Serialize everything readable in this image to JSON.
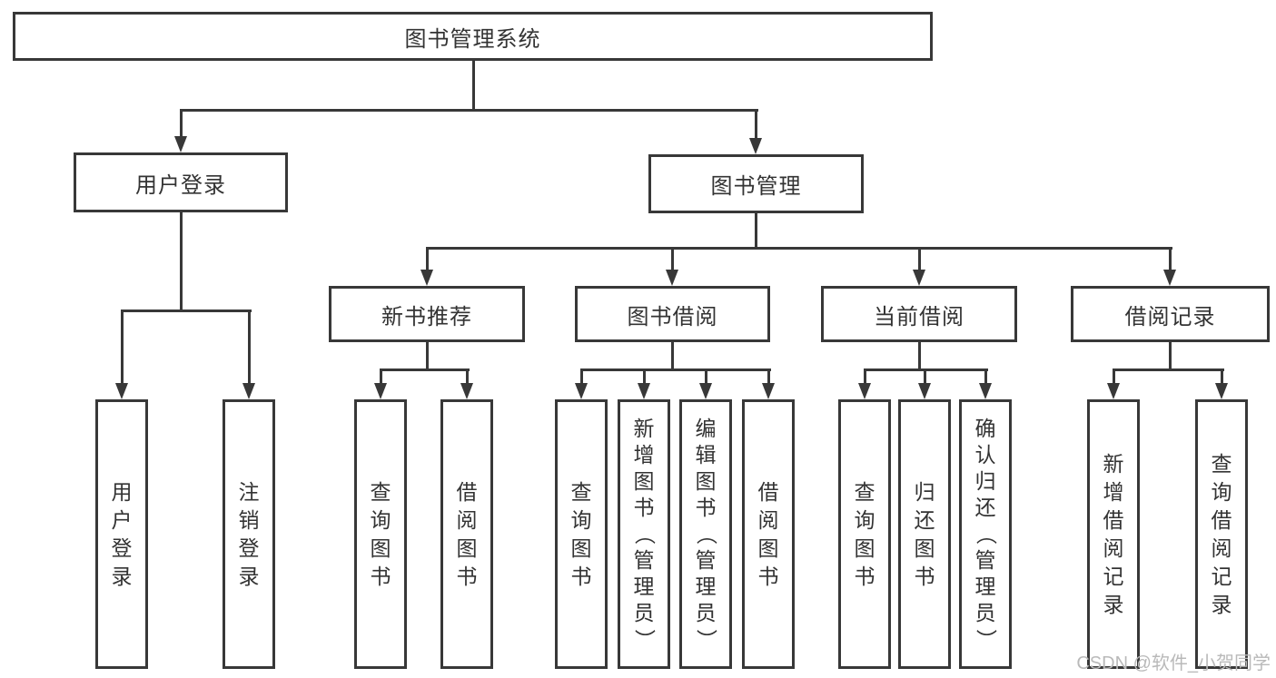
{
  "tree": {
    "label": "图书管理系统",
    "children": [
      {
        "label": "用户登录",
        "children": [
          {
            "label": "用户登录"
          },
          {
            "label": "注销登录"
          }
        ]
      },
      {
        "label": "图书管理",
        "children": [
          {
            "label": "新书推荐",
            "children": [
              {
                "label": "查询图书"
              },
              {
                "label": "借阅图书"
              }
            ]
          },
          {
            "label": "图书借阅",
            "children": [
              {
                "label": "查询图书"
              },
              {
                "label": "新增图书（管理员）"
              },
              {
                "label": "编辑图书（管理员）"
              },
              {
                "label": "借阅图书"
              }
            ]
          },
          {
            "label": "当前借阅",
            "children": [
              {
                "label": "查询图书"
              },
              {
                "label": "归还图书"
              },
              {
                "label": "确认归还（管理员）"
              }
            ]
          },
          {
            "label": "借阅记录",
            "children": [
              {
                "label": "新增借阅记录"
              },
              {
                "label": "查询借阅记录"
              }
            ]
          }
        ]
      }
    ]
  },
  "colors": {
    "line": "#383838",
    "text": "#333333",
    "background": "#ffffff",
    "watermark": "#b9b9b9"
  },
  "watermark": {
    "text": "CSDN @软件_小贺同学"
  }
}
